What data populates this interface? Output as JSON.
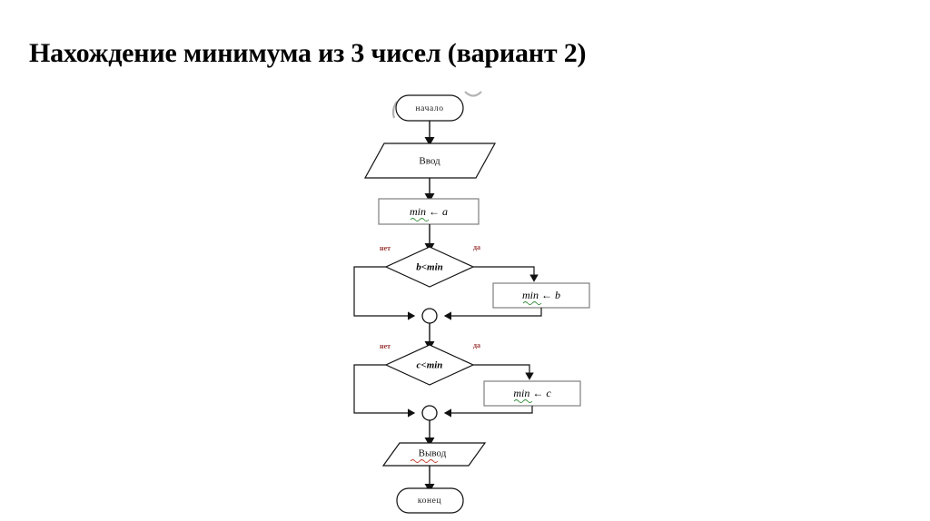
{
  "slide": {
    "title": "Нахождение минимума из 3 чисел (вариант 2)",
    "background_color": "#ffffff"
  },
  "colors": {
    "title_text": "#000000",
    "shape_outline_gray": "#7f7f7f",
    "shape_outline_black": "#111111",
    "connector": "#111111",
    "branch_label": "#9e3b3b",
    "spellcheck_green": "#2e8b33",
    "spellcheck_red": "#c0392b"
  },
  "flowchart": {
    "type": "flowchart",
    "orientation": "top-to-bottom",
    "nodes": [
      {
        "id": "start",
        "shape": "terminator",
        "label": "начало",
        "outline": "#111111"
      },
      {
        "id": "input",
        "shape": "parallelogram",
        "label": "Ввод",
        "outline": "#111111",
        "spellcheck_underline": "none"
      },
      {
        "id": "assign1",
        "shape": "rectangle",
        "label": "min ← a",
        "outline": "#7f7f7f",
        "spellcheck_underline": "green",
        "underlined_word": "min"
      },
      {
        "id": "cond1",
        "shape": "diamond",
        "label": "b<min",
        "outline": "#111111"
      },
      {
        "id": "assign2",
        "shape": "rectangle",
        "label": "min ← b",
        "outline": "#7f7f7f",
        "spellcheck_underline": "green",
        "underlined_word": "min"
      },
      {
        "id": "merge1",
        "shape": "junction-circle",
        "label": "",
        "outline": "#111111"
      },
      {
        "id": "cond2",
        "shape": "diamond",
        "label": "c<min",
        "outline": "#111111"
      },
      {
        "id": "assign3",
        "shape": "rectangle",
        "label": "min ← c",
        "outline": "#7f7f7f",
        "spellcheck_underline": "green",
        "underlined_word": "min"
      },
      {
        "id": "merge2",
        "shape": "junction-circle",
        "label": "",
        "outline": "#111111"
      },
      {
        "id": "output",
        "shape": "parallelogram",
        "label": "Вывод",
        "outline": "#111111",
        "spellcheck_underline": "red",
        "underlined_word": "Вывод"
      },
      {
        "id": "end",
        "shape": "terminator",
        "label": "конец",
        "outline": "#111111"
      }
    ],
    "edges": [
      {
        "from": "start",
        "to": "input",
        "label": ""
      },
      {
        "from": "input",
        "to": "assign1",
        "label": ""
      },
      {
        "from": "assign1",
        "to": "cond1",
        "label": ""
      },
      {
        "from": "cond1",
        "to": "merge1",
        "label": "нет",
        "side": "left"
      },
      {
        "from": "cond1",
        "to": "assign2",
        "label": "да",
        "side": "right"
      },
      {
        "from": "assign2",
        "to": "merge1",
        "label": ""
      },
      {
        "from": "merge1",
        "to": "cond2",
        "label": ""
      },
      {
        "from": "cond2",
        "to": "merge2",
        "label": "нет",
        "side": "left"
      },
      {
        "from": "cond2",
        "to": "assign3",
        "label": "да",
        "side": "right"
      },
      {
        "from": "assign3",
        "to": "merge2",
        "label": ""
      },
      {
        "from": "merge2",
        "to": "output",
        "label": ""
      },
      {
        "from": "output",
        "to": "end",
        "label": ""
      }
    ],
    "branch_labels": {
      "cond1_no": "нет",
      "cond1_yes": "да",
      "cond2_no": "нет",
      "cond2_yes": "да"
    },
    "node_labels": {
      "start": "начало",
      "input": "Ввод",
      "assign1": "min ← a",
      "cond1": "b<min",
      "assign2": "min ← b",
      "cond2": "c<min",
      "assign3": "min ← c",
      "output": "Вывод",
      "end": "конец"
    }
  }
}
